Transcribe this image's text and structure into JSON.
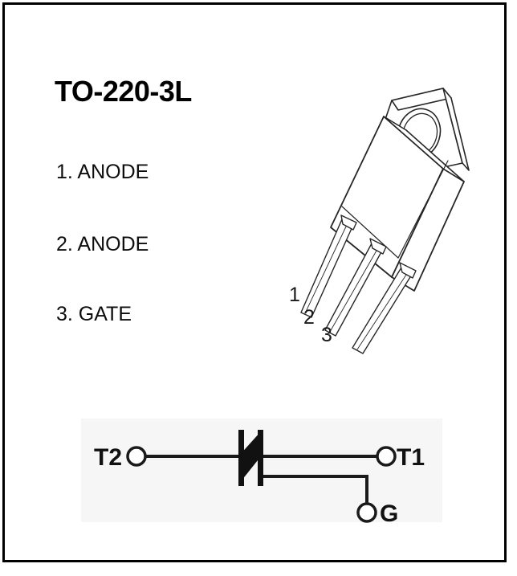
{
  "package": {
    "title": "TO-220-3L",
    "pins": [
      {
        "number": "1.",
        "name": "ANODE",
        "label": "1. ANODE"
      },
      {
        "number": "2.",
        "name": "ANODE",
        "label": "2. ANODE"
      },
      {
        "number": "3.",
        "name": "GATE",
        "label": "3. GATE"
      }
    ],
    "drawing": {
      "type": "isometric-line-drawing",
      "lead_numbers": [
        "1",
        "2",
        "3"
      ],
      "features": [
        "mounting-tab",
        "mounting-hole",
        "plastic-body",
        "three-leads"
      ]
    }
  },
  "schematic": {
    "device_type": "triac",
    "terminals": [
      {
        "id": "T2",
        "label": "T2",
        "position": "left"
      },
      {
        "id": "T1",
        "label": "T1",
        "position": "right"
      },
      {
        "id": "G",
        "label": "G",
        "position": "bottom-right"
      }
    ],
    "panel_color": "#f6f6f6"
  },
  "colors": {
    "line": "#1a1a1a",
    "border": "#000000",
    "background": "#ffffff",
    "panel": "#f6f6f6"
  }
}
